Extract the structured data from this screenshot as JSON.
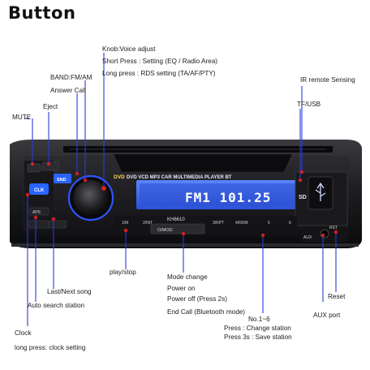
{
  "title": "Button",
  "labels": {
    "knob": "Knob:Voice adjust",
    "short_press": "Short Press : Setting (EQ / Radio Area)",
    "long_press_rds": "Long press : RDS setting (TA/AF/PTY)",
    "band": "BAND:FM/AM",
    "answer_call": "Answer Call",
    "eject": "Eject",
    "mute": "MUTE",
    "ir_remote": "IR remote Sensing",
    "tf_usb": "TF/USB",
    "play_stop": "play/stop",
    "mode_change": "Mode change",
    "power_on": "Power on",
    "power_off": "Power off (Press 2s)",
    "end_call": "End Call (Bluetooth mode)",
    "last_next": "Last/Next song",
    "auto_search": "Auto search station",
    "clock": "Clock",
    "clock_setting": "long press: clock setting",
    "reset": "Reset",
    "aux_port": "AUX port",
    "no_1_6": "No.1~6",
    "press_change": "Press : Change station",
    "press_save": "Press 3s : Save station"
  },
  "device": {
    "brand_line": "DVD VCD MP3 CAR MULTIMEDIA PLAYER BT",
    "dvd_logo": "DVD",
    "display_text": "FM1 101.25",
    "model": "KH6610",
    "mode_button": "O/MOD",
    "clk": "CLK",
    "snd": "SND",
    "aps": "APS",
    "sd": "SD",
    "rst": "RST",
    "aux": "AUX",
    "presets": [
      "1/M",
      "2/INT",
      "3/RPT",
      "4/RDM",
      "5",
      "6"
    ]
  },
  "colors": {
    "accent_blue": "#2a64ff",
    "pointer_red": "#d22020",
    "panel_dark": "#1a1a1e"
  }
}
